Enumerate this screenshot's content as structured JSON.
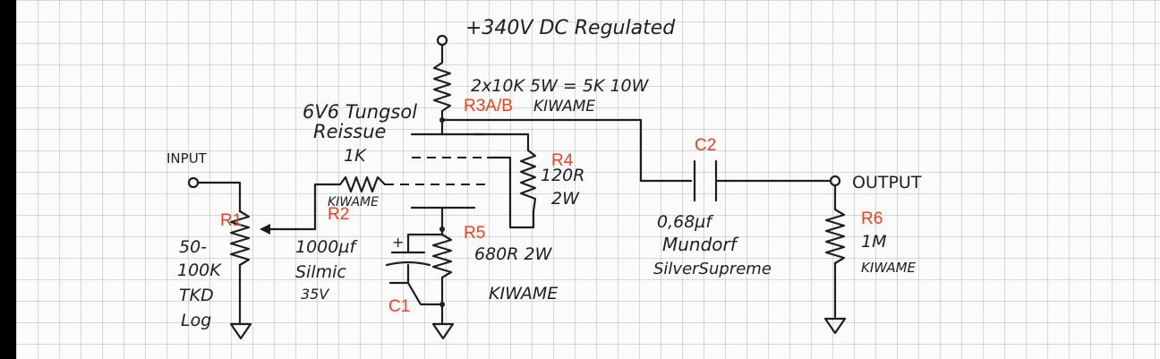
{
  "supply": {
    "label": "+340V DC Regulated"
  },
  "tube": {
    "name": "6V6 Tungsol",
    "name2": "Reissue"
  },
  "components": {
    "r3": {
      "ref": "R3A/B",
      "value": "2x10K 5W = 5K 10W",
      "brand": "KIWAME"
    },
    "r4": {
      "ref": "R4",
      "value": "120R",
      "power": "2W"
    },
    "r2": {
      "ref": "R2",
      "value": "1K",
      "brand": "KIWAME"
    },
    "r1": {
      "ref": "R1",
      "line1": "50-",
      "line2": "100K",
      "line3": "TKD",
      "line4": "Log"
    },
    "r5": {
      "ref": "R5",
      "value": "680R 2W",
      "brand": "KIWAME"
    },
    "c1": {
      "ref": "C1",
      "value": "1000µf",
      "type": "Silmic",
      "voltage": "35V",
      "polarity": "+"
    },
    "c2": {
      "ref": "C2",
      "value": "0,68µf",
      "brand": "Mundorf",
      "series": "SilverSupreme"
    },
    "r6": {
      "ref": "R6",
      "value": "1M",
      "brand": "KIWAME"
    }
  },
  "ports": {
    "input": "INPUT",
    "output": "OUTPUT"
  },
  "colors": {
    "ink": "#1e1e1e",
    "ref_label": "#f0401e",
    "paper": "#fbfbfb"
  }
}
